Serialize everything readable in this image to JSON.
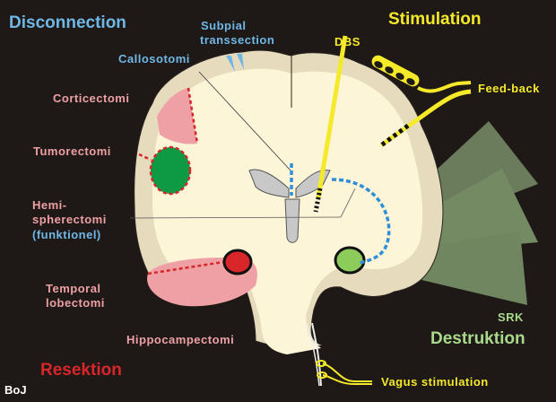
{
  "title_disconnection": "Disconnection",
  "title_stimulation": "Stimulation",
  "title_resektion": "Resektion",
  "title_destruktion": "Destruktion",
  "labels": {
    "subpial_1": "Subpial",
    "subpial_2": "transsection",
    "callosotomi": "Callosotomi",
    "corticectomi": "Corticectomi",
    "tumorectomi": "Tumorectomi",
    "hemi_1": "Hemi-",
    "hemi_2": "spherectomi",
    "hemi_3": "(funktionel)",
    "temporal_1": "Temporal",
    "temporal_2": "lobectomi",
    "hippocampectomi": "Hippocampectomi",
    "dbs": "DBS",
    "feedback": "Feed-back",
    "srk": "SRK",
    "vagus": "Vagus stimulation",
    "author": "BoJ"
  },
  "colors": {
    "background": "#1e1816",
    "brain_white": "#fdf5d8",
    "brain_cortex": "#e6dcbd",
    "disconnection": "#6fb8e6",
    "resection": "#eea0a4",
    "resection_title": "#d8262a",
    "stimulation": "#f5ea2a",
    "destruction": "#a9d98a",
    "tumor": "#0e9a45",
    "ventricle": "#c8c8c8"
  }
}
